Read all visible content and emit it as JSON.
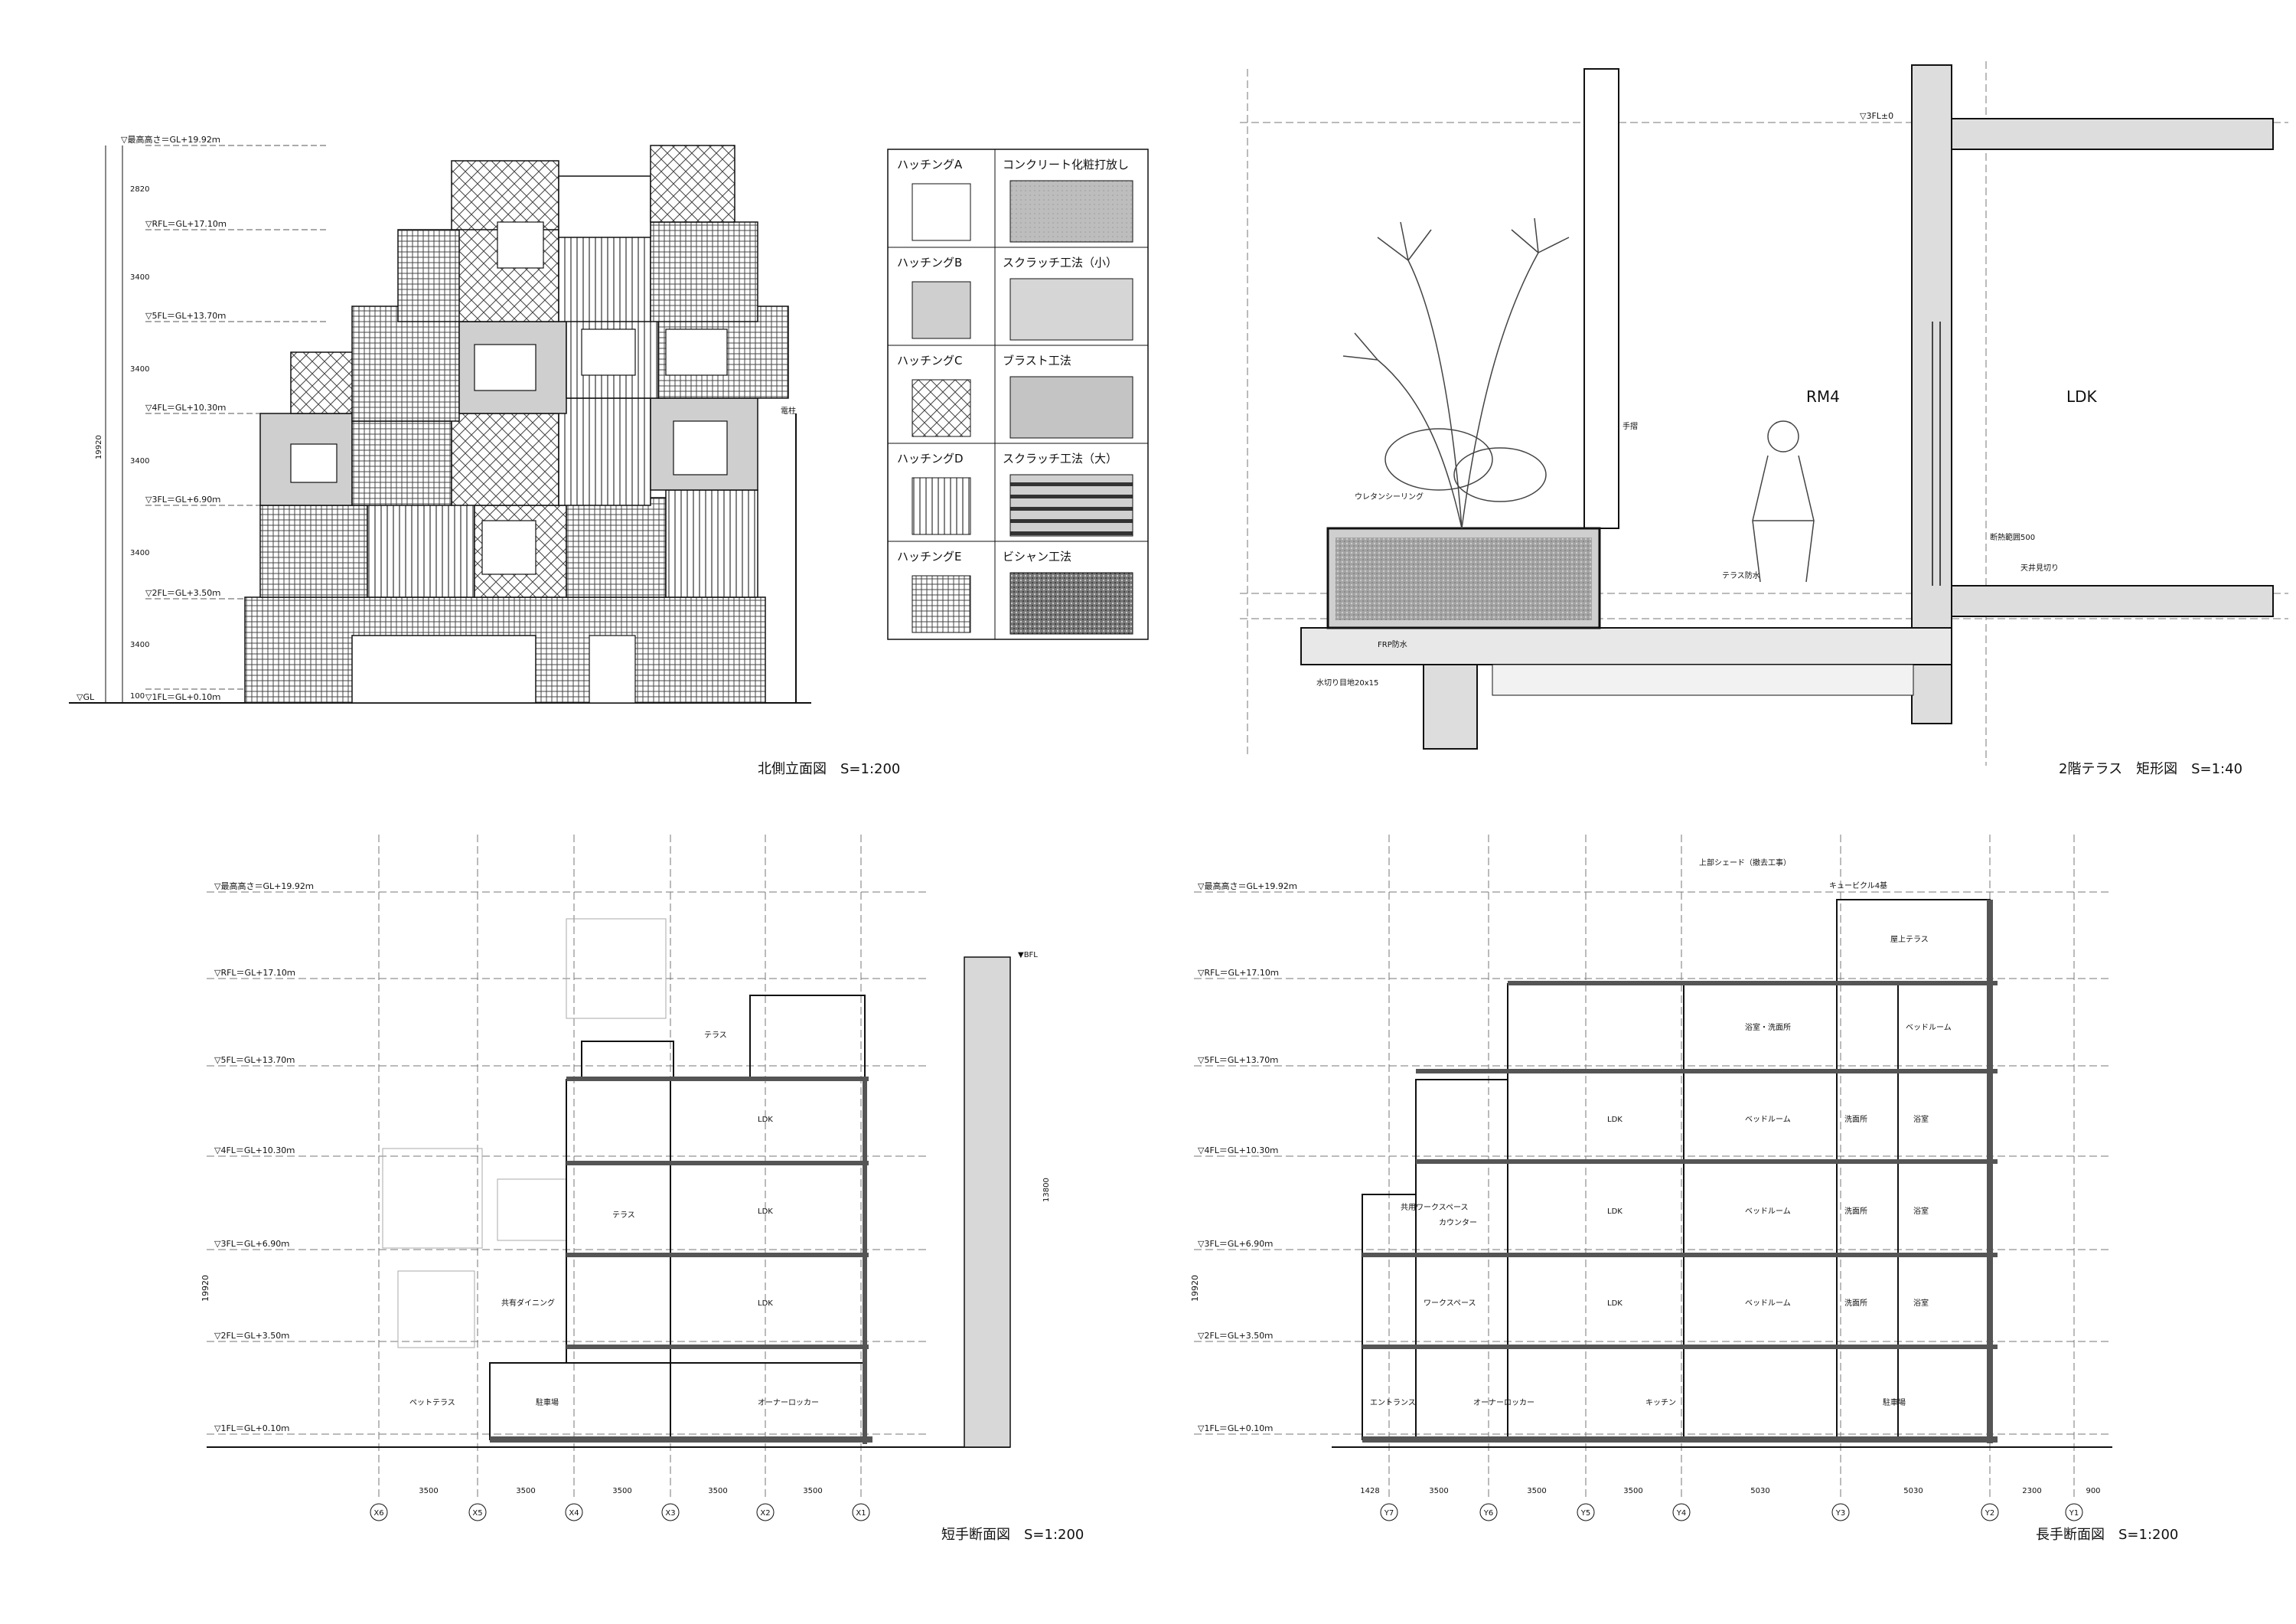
{
  "sheet": {
    "north_elevation": {
      "title": "北側立面図　S=1:200",
      "top_label": "▽最高高さ＝GL+19.92ｍ",
      "levels": [
        {
          "name": "▽RFL＝GL+17.10ｍ"
        },
        {
          "name": "▽5FL＝GL+13.70ｍ"
        },
        {
          "name": "▽4FL＝GL+10.30ｍ"
        },
        {
          "name": "▽3FL＝GL+6.90ｍ"
        },
        {
          "name": "▽2FL＝GL+3.50ｍ"
        },
        {
          "name": "▽1FL＝GL+0.10ｍ"
        }
      ],
      "gl_label": "▽GL",
      "dims": [
        "2820",
        "3400",
        "3400",
        "3400",
        "3400",
        "3400",
        "100"
      ],
      "total": "19920",
      "pole_label": "電柱"
    },
    "legend": {
      "rows": [
        {
          "hatch": "ハッチングA",
          "finish": "コンクリート化粧打放し"
        },
        {
          "hatch": "ハッチングB",
          "finish": "スクラッチ工法（小）"
        },
        {
          "hatch": "ハッチングC",
          "finish": "ブラスト工法"
        },
        {
          "hatch": "ハッチングD",
          "finish": "スクラッチ工法（大）"
        },
        {
          "hatch": "ハッチングE",
          "finish": "ビシャン工法"
        }
      ]
    },
    "terrace_section": {
      "title": "2階テラス　矩形図　S=1:40",
      "level_top": "▽3FL±0",
      "room_left": "RM4",
      "room_right": "LDK",
      "notes": [
        "ウレタンシーリング",
        "テラス防水",
        "FRP防水",
        "手摺",
        "天井見切り",
        "断熱範囲500",
        "水切り目地20x15"
      ]
    },
    "short_section": {
      "title": "短手断面図　S=1:200",
      "grid": [
        "X6",
        "X5",
        "X4",
        "X3",
        "X2",
        "X1"
      ],
      "spans": [
        "3500",
        "3500",
        "3500",
        "3500",
        "3500"
      ],
      "rooms": [
        "LDK",
        "LDK",
        "LDK",
        "駐車場",
        "オーナーロッカー",
        "テラス",
        "ペットテラス",
        "テラス",
        "共有ダイニング"
      ],
      "total": "19920",
      "right_label": "▼BFL",
      "right_dim": "13800"
    },
    "long_section": {
      "title": "長手断面図　S=1:200",
      "grid": [
        "Y7",
        "Y6",
        "Y5",
        "Y4",
        "Y3",
        "Y2",
        "Y1"
      ],
      "spans": [
        "1428",
        "3500",
        "3500",
        "3500",
        "5030",
        "5030",
        "2300",
        "900"
      ],
      "rooms": [
        "屋上テラス",
        "浴室・洗面所",
        "ベッドルーム",
        "LDK",
        "ベッドルーム",
        "洗面所",
        "浴室",
        "LDK",
        "ベッドルーム",
        "洗面所",
        "浴室",
        "ワークスペース",
        "LDK",
        "ベッドルーム",
        "洗面所",
        "浴室",
        "エントランス",
        "キッチン",
        "オーナーロッカー",
        "駐車場",
        "カウンター",
        "共用ワークスペース"
      ],
      "notes": [
        "上部シェード（撤去工事）",
        "キュービクル4基"
      ],
      "total": "19920"
    }
  }
}
